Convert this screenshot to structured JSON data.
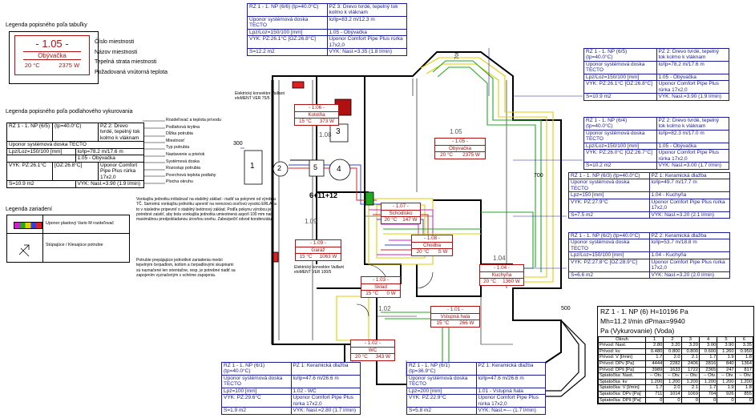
{
  "legend_room": {
    "title": "Legenda popisného poľa tabuľky",
    "number": "- 1.05 -",
    "name": "Obývačka",
    "temp": "20 °C",
    "power": "2375 W",
    "labels": [
      "Číslo miestnosti",
      "Názov miestnosti",
      "Tepelná strata miestnosti",
      "Požadovaná vnútorná teplota"
    ]
  },
  "legend_floor": {
    "title": "Legenda popisného poľa podlahového vykurovania",
    "rows": [
      [
        "RZ 1 - 1. NP (6/5)",
        "(tp=40.0°C)",
        "PZ 2: Drevo tvrdé, tepelný tok kolmo k vláknam"
      ],
      [
        "Uponor systémová doska TECTO",
        "",
        ""
      ],
      [
        "Lpz/Loz=150/100 [mm]",
        "",
        "lo/lp=78.2 m/17.6 m"
      ],
      [
        "",
        "",
        "1.05 - Obývačka"
      ],
      [
        "VYK: PZ:26.1°C",
        "[OZ:26.8°C]",
        "Uponor Comfort Pipe Plus rúrka 17x2,0"
      ],
      [
        "S=10.9 m2",
        "",
        "VYK: Nasl.=3.90 (1.9 l/min)"
      ]
    ],
    "labels": [
      "Rozdeľovač a teplota prívodu",
      "Podlahová krytina",
      "Dĺžka potrubia",
      "Miestnosť",
      "Typ potrubia",
      "Nastavenie a prietok",
      "Systémová doska",
      "Rozostup potrubia",
      "Povrchová teplota podlahy",
      "Plocha okruhu"
    ]
  },
  "legend_devices": {
    "title": "Legenda zariadení",
    "items": [
      "Uponor plastový Vario M rozdeľovač",
      "Stúpajúce / Klesajúce potrubie"
    ]
  },
  "rooms": [
    {
      "number": "- 1.06 -",
      "name": "Kotolňa",
      "temp": "15 °C",
      "power": "373 W"
    },
    {
      "number": "- 1.05 -",
      "name": "Obývačka",
      "temp": "20 °C",
      "power": "2375 W"
    },
    {
      "number": "- 1.07 -",
      "name": "Schodisko",
      "temp": "20 °C",
      "power": "147 W"
    },
    {
      "number": "- 1.08 -",
      "name": "Chodba",
      "temp": "20 °C",
      "power": "S W"
    },
    {
      "number": "- 1.09 -",
      "name": "Garáž",
      "temp": "15 °C",
      "power": "1063 W"
    },
    {
      "number": "- 1.04 -",
      "name": "Kuchyňa",
      "temp": "20 °C",
      "power": "1360 W"
    },
    {
      "number": "- 1.03 -",
      "name": "Sklad",
      "temp": "15 °C",
      "power": "0 W"
    },
    {
      "number": "- 1.01 -",
      "name": "Vstupná hala",
      "temp": "15 °C",
      "power": "266 W"
    },
    {
      "number": "- 1.02 -",
      "name": "WC",
      "temp": "20 °C",
      "power": "343 W"
    }
  ],
  "circuits": [
    {
      "rows": [
        [
          "RZ 1 - 1. NP (6/6) (tp=40.0°C)",
          "PZ 3: Drevo tvrdé, tepelný tok kolmo k vláknam"
        ],
        [
          "Uponor systémová doska TECTO",
          "lo/lp=83.2 m/12.3 m"
        ],
        [
          "Lpz/Loz=150/100 [mm]",
          "1.05 - Obývačka"
        ],
        [
          "VYK: PZ:26.1°C [OZ:26.8°C]",
          "Uponor Comfort Pipe Plus rúrka 17x2,0"
        ],
        [
          "S=12.2 m2",
          "VYK: Nasl.=3.35 (1.8 l/min)"
        ]
      ]
    },
    {
      "rows": [
        [
          "RZ 1 - 1. NP (6/5) (tp=40.0°C)",
          "PZ 2: Drevo tvrdé, tepelný tok kolmo k vláknam"
        ],
        [
          "Uponor systémová doska TECTO",
          "lo/lp=78.2 m/17.6 m"
        ],
        [
          "Lpz/Loz=150/100 [mm]",
          "1.05 - Obývačka"
        ],
        [
          "VYK: PZ:26.1°C [OZ:26.8°C]",
          "Uponor Comfort Pipe Plus rúrka 17x2,0"
        ],
        [
          "S=10.9 m2",
          "VYK: Nasl.=3.90 (1.9 l/min)"
        ]
      ]
    },
    {
      "rows": [
        [
          "RZ 1 - 1. NP (6/4) (tp=40.0°C)",
          "PZ 2: Drevo tvrdé, tepelný tok kolmo k vláknam"
        ],
        [
          "Uponor systémová doska TECTO",
          "lo/lp=82.3 m/17.0 m"
        ],
        [
          "Lpz/Loz=150/100 [mm]",
          "1.05 - Obývačka"
        ],
        [
          "VYK: PZ:26.0°C [OZ:26.7°C]",
          "Uponor Comfort Pipe Plus rúrka 17x2,0"
        ],
        [
          "S=10.2 m2",
          "VYK: Nasl.=3.00 (1.7 l/min)"
        ]
      ]
    },
    {
      "rows": [
        [
          "RZ 1 - 1. NP (6/3) (tp=40.0°C)",
          "PZ 1: Keramická dlažba"
        ],
        [
          "Uponor systémová doska TECTO",
          "lo/lp=49.7 m/17.7 m"
        ],
        [
          "Lpz=150 [mm]",
          "1.04 - Kuchyňa"
        ],
        [
          "VYK: PZ:27.9°C",
          "Uponor Comfort Pipe Plus rúrka 17x2,0"
        ],
        [
          "S=7.5 m2",
          "VYK: Nasl.=3.20 (2.1 l/min)"
        ]
      ]
    },
    {
      "rows": [
        [
          "RZ 1 - 1. NP (6/2) (tp=40.0°C)",
          "PZ 2: Keramická dlažba"
        ],
        [
          "Uponor systémová doska TECTO",
          "lo/lp=53.7 m/18.8 m"
        ],
        [
          "Lpz/Loz=150/100 [mm]",
          "1.04 - Kuchyňa"
        ],
        [
          "VYK: PZ:27.8°C [OZ:28.9°C]",
          "Uponor Comfort Pipe Plus rúrka 17x2,0"
        ],
        [
          "S=6.6 m2",
          "VYK: Nasl.=3.20 (2.0 l/min)"
        ]
      ]
    },
    {
      "rows": [
        [
          "RZ 1 - 1. NP (6/1) (tp=40.0°C)",
          "PZ 1: Keramická dlažba"
        ],
        [
          "Uponor systémová doska TECTO",
          "lo/lp=47.6 m/26.6 m"
        ],
        [
          "Lpz=100 [mm]",
          "1.02 - WC"
        ],
        [
          "VYK: PZ:29.6°C",
          "Uponor Comfort Pipe Plus rúrka 17x2,0"
        ],
        [
          "S=1.9 m2",
          "VYK: Nasl.=2.80 (1.7 l/min)"
        ]
      ]
    },
    {
      "rows": [
        [
          "RZ 1 - 1. NP (6/1) (tp=36.9°C)",
          "PZ 1: Keramická dlažba"
        ],
        [
          "Uponor systémová doska TECTO",
          "lo/lp=47.6 m/26.6 m"
        ],
        [
          "Lpz=200 [mm]",
          "1.01 - Vstupná hala"
        ],
        [
          "VYK: PZ:22.9°C",
          "Uponor Comfort Pipe Plus rúrka 17x2,0"
        ],
        [
          "S=5.8 m2",
          "VYK: Nasl.=--- (1.7 l/min)"
        ]
      ]
    }
  ],
  "summary": {
    "line1": "RZ 1 - 1. NP (6)  H=10196 Pa",
    "line2": "Mh=11.2 l/min  dPmax=9940",
    "line3": "Pa  (Vykurovanie)   (Voda)",
    "header": [
      "Okruh",
      "1",
      "2",
      "3",
      "4",
      "5",
      "6"
    ],
    "rows": [
      [
        "Prívod: Nast.",
        "2.80",
        "3.20",
        "3.20",
        "3.00",
        "3.90",
        "3.35"
      ],
      [
        "Prívod: kv",
        "0.480",
        "0.800",
        "0.800",
        "0.600",
        "1.260",
        "0.950"
      ],
      [
        "Prívod: V [l/min]",
        "1.7",
        "2.0",
        "2.1",
        "1.7",
        "1.9",
        "1.8"
      ],
      [
        "Prívod: DPv [Pa]",
        "4444",
        "2282",
        "2406",
        "2816",
        "840",
        "1364"
      ],
      [
        "Prívod: DPš [Pa]",
        "3989",
        "1633",
        "1722",
        "2365",
        "247",
        "817"
      ],
      [
        "Spiatočka: Nast.",
        "-- Otv.",
        "-- Otv.",
        "-- Otv.",
        "-- Otv.",
        "-- Otv.",
        "-- Otv."
      ],
      [
        "Spiatočka: kv",
        "1.200",
        "1.200",
        "1.200",
        "1.200",
        "1.200",
        "1.200"
      ],
      [
        "Spiatočka: V [l/min]",
        "1.7",
        "2.0",
        "2.1",
        "1.7",
        "1.9",
        "1.8"
      ],
      [
        "Spiatočka: DPv [Pa]",
        "711",
        "1014",
        "1069",
        "704",
        "926",
        "855"
      ],
      [
        "Spiatočka: DPš [Pa]",
        "0",
        "0",
        "0",
        "0",
        "0",
        "0"
      ]
    ]
  },
  "annotations": {
    "konvektor_top": "Elektrický konvektor Vaillant eloMENT VER 75/5",
    "konvektor_bottom": "Elektrický konvektor Vaillant eloMENT VER 100/5",
    "note1": "Vonkajšiu jednotku inštalovať na stabilný základ - riadiť sa pokynmi od výrobcu TČ. Samotnú vonkajšiu jednotku upevniť na nerezovú oceľovú vysokú ERLA, a to v následne pripevniť o stabilný betónový základ. Podľa pokynu výrobcu je potrebné zaistiť, aby bola vonkajšia jednotka umiestnená aspoň 100 mm nad maximálnou predpokladanou úrovňou snehu. Zabezpečiť odvod kondenzátu.",
    "note2": "Potrubie prepájajúce jednotlivé zariadenia medzi tepelným čerpadlom, kotlom a čerpadlovými skupinami sú naznačené len orientačne, resp. je potrebné riadiť sa zapojením vyznačeným v schéme zapojenia.",
    "dim_300": "300",
    "dim_700a": "700",
    "dim_700b": "700",
    "dim_500": "500",
    "pipe_label": "6+11+12",
    "device_1": "1",
    "device_2": "2",
    "device_3": "3",
    "device_4": "4",
    "device_5": "5",
    "room_no_105": "1.05",
    "room_no_104": "1.04",
    "room_no_109": "1.09",
    "room_no_102": "1.02",
    "room_no_108": "1.08"
  },
  "colors": {
    "accent": "#1a1a9a",
    "room_tag": "#b01010",
    "pipe_green": "#22aa22",
    "pipe_yellow": "#e6cc00",
    "pipe_magenta": "#d020d0",
    "pipe_red": "#e02020",
    "pipe_blue": "#3040e0"
  }
}
